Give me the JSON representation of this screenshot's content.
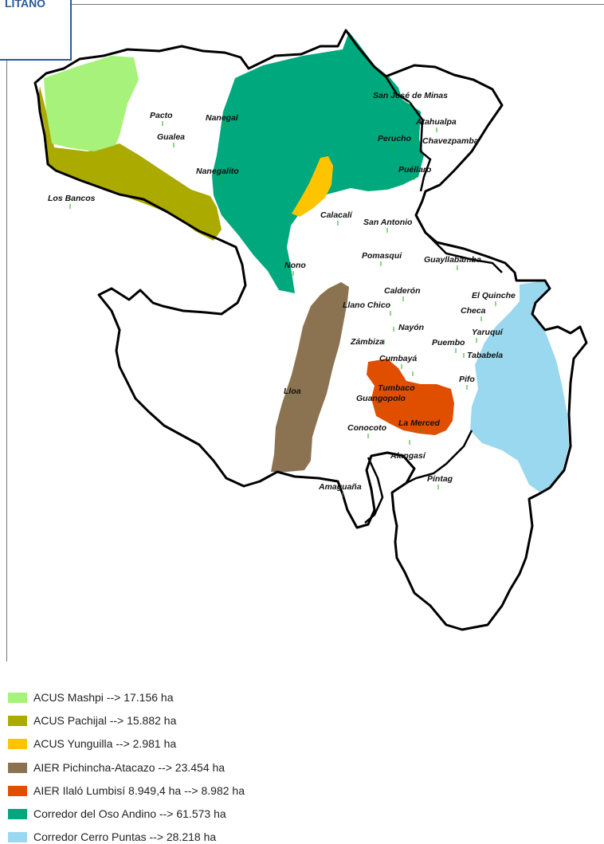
{
  "logo": {
    "text": "LITANO"
  },
  "places": [
    {
      "name": "Pacto"
    },
    {
      "name": "Nanegal"
    },
    {
      "name": "Gualea"
    },
    {
      "name": "Nanegalito"
    },
    {
      "name": "Los Bancos"
    },
    {
      "name": "San José de Minas"
    },
    {
      "name": "Atahualpa"
    },
    {
      "name": "Perucho"
    },
    {
      "name": "Chavezpamba"
    },
    {
      "name": "Puéllaro"
    },
    {
      "name": "Calacalí"
    },
    {
      "name": "San Antonio"
    },
    {
      "name": "Pomasqui"
    },
    {
      "name": "Guayllabamba"
    },
    {
      "name": "Nono"
    },
    {
      "name": "Calderón"
    },
    {
      "name": "Llano Chico"
    },
    {
      "name": "El Quinche"
    },
    {
      "name": "Checa"
    },
    {
      "name": "Nayón"
    },
    {
      "name": "Yaruquí"
    },
    {
      "name": "Zámbiza"
    },
    {
      "name": "Puembo"
    },
    {
      "name": "Tababela"
    },
    {
      "name": "Cumbayá"
    },
    {
      "name": "Pifo"
    },
    {
      "name": "Tumbaco"
    },
    {
      "name": "Guangopolo"
    },
    {
      "name": "Lloa"
    },
    {
      "name": "La Merced"
    },
    {
      "name": "Conocoto"
    },
    {
      "name": "Alangasí"
    },
    {
      "name": "Píntag"
    },
    {
      "name": "Amaguaña"
    }
  ],
  "legend": [
    {
      "label": "ACUS Mashpi  --> 17.156 ha",
      "color": "#a6f27a"
    },
    {
      "label": "ACUS Pachijal  --> 15.882 ha",
      "color": "#aaaa00"
    },
    {
      "label": "ACUS Yunguilla  --> 2.981 ha",
      "color": "#ffc400"
    },
    {
      "label": "AIER Pichincha-Atacazo  --> 23.454 ha",
      "color": "#8b7351"
    },
    {
      "label": "AIER Ilaló Lumbisí  8.949,4 ha  --> 8.982 ha",
      "color": "#e04e00"
    },
    {
      "label": "Corredor del Oso Andino  --> 61.573 ha",
      "color": "#00a87d"
    },
    {
      "label": "Corredor Cerro Puntas  --> 28.218 ha",
      "color": "#99d8ef"
    }
  ]
}
